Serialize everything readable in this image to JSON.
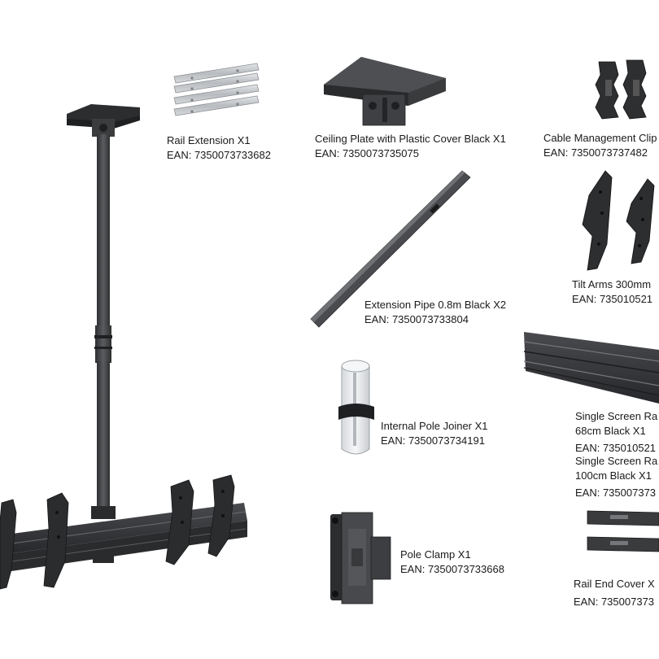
{
  "items": [
    {
      "id": "rail-extension",
      "name": "Rail Extension X1",
      "ean": "EAN: 7350073733682"
    },
    {
      "id": "ceiling-plate",
      "name": "Ceiling Plate with Plastic Cover Black X1",
      "ean": "EAN: 7350073735075"
    },
    {
      "id": "cable-management",
      "name": "Cable Management Clip",
      "ean": "EAN: 7350073737482"
    },
    {
      "id": "extension-pipe",
      "name": "Extension Pipe 0.8m Black X2",
      "ean": "EAN: 7350073733804"
    },
    {
      "id": "tilt-arms",
      "name": "Tilt Arms 300mm",
      "ean": "EAN: 735010521"
    },
    {
      "id": "internal-pole-joiner",
      "name": "Internal Pole Joiner X1",
      "ean": "EAN: 7350073734191"
    },
    {
      "id": "single-screen-rail-68",
      "name_line1": "Single Screen Ra",
      "name_line2": "68cm Black X1",
      "ean": "EAN: 735010521"
    },
    {
      "id": "single-screen-rail-100",
      "name_line1": "Single Screen Ra",
      "name_line2": "100cm Black X1",
      "ean": "EAN: 735007373"
    },
    {
      "id": "pole-clamp",
      "name": "Pole Clamp X1",
      "ean": "EAN: 7350073733668"
    },
    {
      "id": "rail-end-cover",
      "name": "Rail End Cover X",
      "ean": "EAN: 735007373"
    }
  ],
  "colors": {
    "metal_dark": "#3a3b3d",
    "metal_mid": "#56585b",
    "metal_light": "#8a8c8f",
    "silver": "#c9ccd0",
    "white_part": "#eef0f2"
  }
}
